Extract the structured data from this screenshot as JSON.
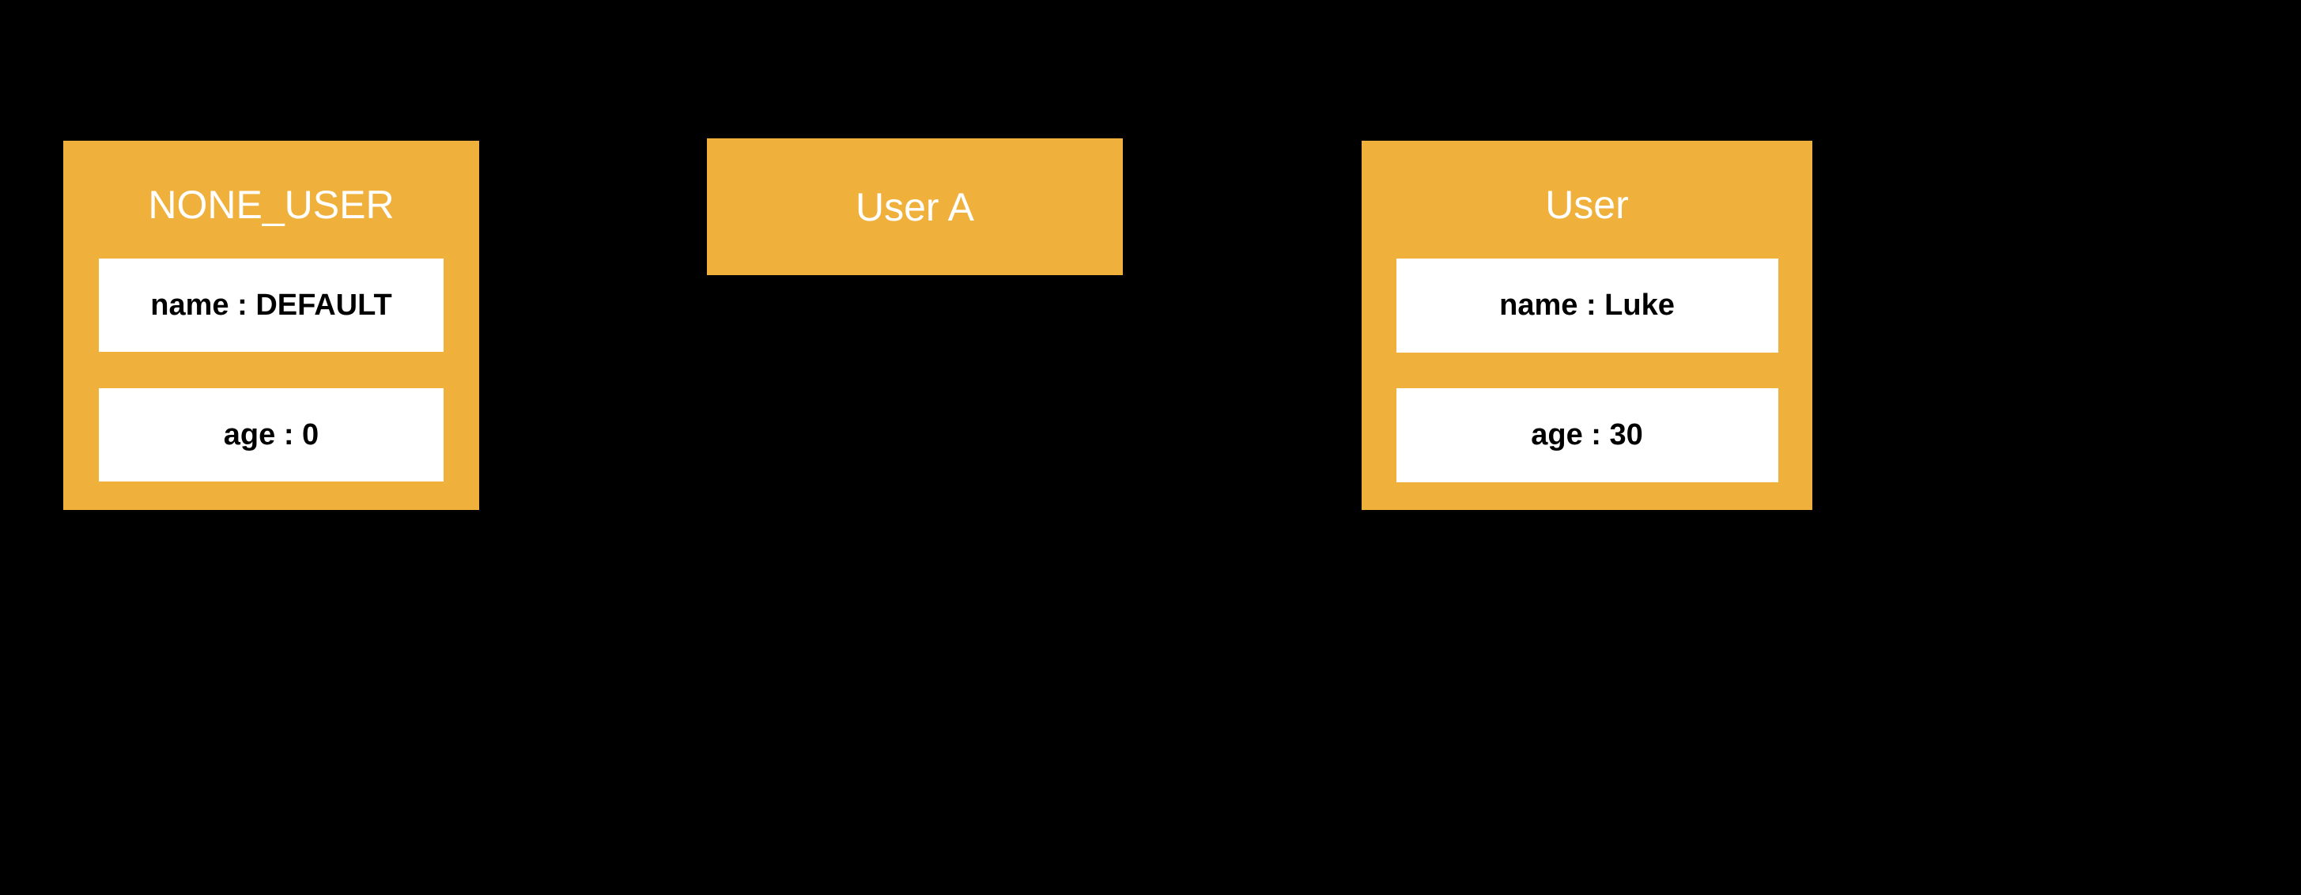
{
  "diagram": {
    "background_color": "#000000",
    "node_color": "#F0B03C",
    "field_color": "#FFFFFF",
    "title_text_color": "#FFFFFF",
    "field_text_color": "#000000",
    "nodes": [
      {
        "id": "none-user",
        "title": "NONE_USER",
        "fields": [
          {
            "label": "name : DEFAULT",
            "key": "name",
            "value": "DEFAULT"
          },
          {
            "label": "age : 0",
            "key": "age",
            "value": "0"
          }
        ]
      },
      {
        "id": "user-a",
        "title": "User A",
        "fields": []
      },
      {
        "id": "user",
        "title": "User",
        "fields": [
          {
            "label": "name : Luke",
            "key": "name",
            "value": "Luke"
          },
          {
            "label": "age : 30",
            "key": "age",
            "value": "30"
          }
        ]
      }
    ]
  }
}
